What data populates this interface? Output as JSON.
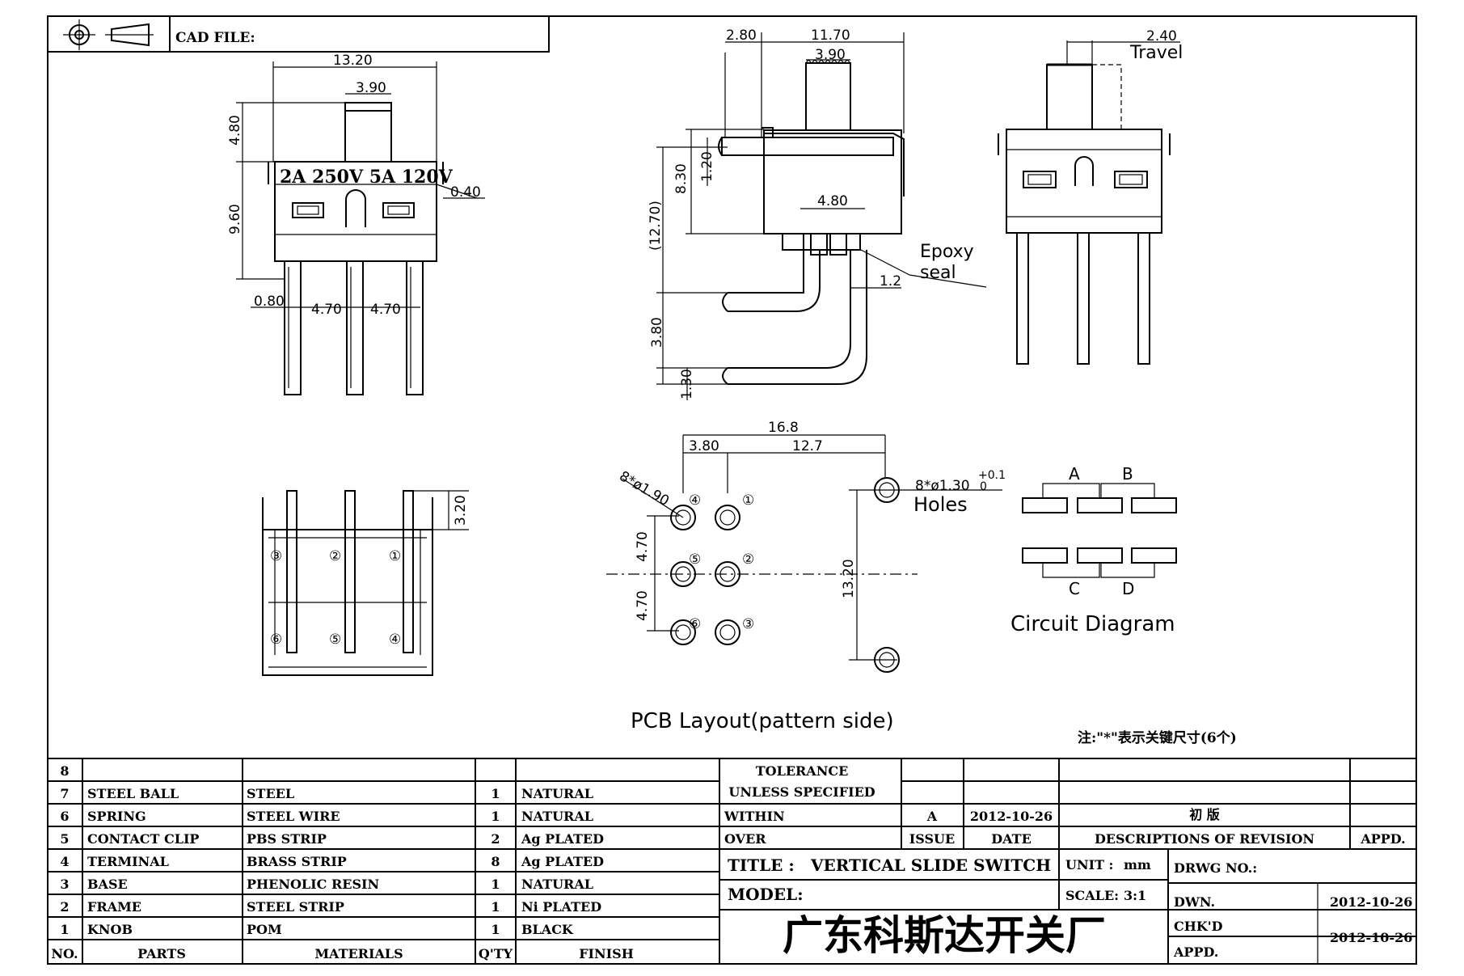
{
  "header": {
    "cad_file_label": "CAD FILE:"
  },
  "front_view": {
    "dim_width": "13.20",
    "dim_knob_width": "3.90",
    "dim_knob_height": "4.80",
    "dim_body_height": "9.60",
    "dim_offset": "0.40",
    "dim_pin_width": "0.80",
    "dim_pitch_1": "4.70",
    "dim_pitch_2": "4.70",
    "rating_text": "2A 250V 5A 120V"
  },
  "side_view": {
    "dim_a": "2.80",
    "dim_b": "11.70",
    "dim_knob": "3.90",
    "dim_height": "8.30",
    "dim_step": "1.20",
    "dim_overall": "(12.70)",
    "dim_base": "4.80",
    "dim_lead": "1.2",
    "dim_bend": "3.80",
    "dim_pin": "1.30",
    "epoxy_line1": "Epoxy",
    "epoxy_line2": "seal"
  },
  "travel_view": {
    "dim_travel": "2.40",
    "travel_label": "Travel"
  },
  "bottom_view": {
    "dim_pin_len": "3.20",
    "terminals_top": [
      "③",
      "②",
      "①"
    ],
    "terminals_bottom": [
      "⑥",
      "⑤",
      "④"
    ]
  },
  "pcb_layout": {
    "dim_total": "16.8",
    "dim_first": "3.80",
    "dim_second": "12.7",
    "dim_pitch_1": "4.70",
    "dim_pitch_2": "4.70",
    "dim_mount": "13.20",
    "hole_small": "8*ø1.90",
    "hole_large": "8*ø1.30",
    "tol_plus": "+0.1",
    "tol_zero": "0",
    "holes_label": "Holes",
    "pin_labels": [
      "④",
      "①",
      "⑤",
      "②",
      "⑥",
      "③"
    ],
    "caption": "PCB Layout(pattern side)"
  },
  "circuit": {
    "labels": [
      "A",
      "B",
      "C",
      "D"
    ],
    "caption": "Circuit Diagram"
  },
  "note": "注:\"*\"表示关键尺寸(6个)",
  "parts_table": {
    "headers": {
      "no": "NO.",
      "parts": "PARTS",
      "materials": "MATERIALS",
      "qty": "Q'TY",
      "finish": "FINISH"
    },
    "rows": [
      {
        "no": "8",
        "part": "",
        "material": "",
        "qty": "",
        "finish": ""
      },
      {
        "no": "7",
        "part": "STEEL BALL",
        "material": "STEEL",
        "qty": "1",
        "finish": "NATURAL"
      },
      {
        "no": "6",
        "part": "SPRING",
        "material": "STEEL WIRE",
        "qty": "1",
        "finish": "NATURAL"
      },
      {
        "no": "5",
        "part": "CONTACT CLIP",
        "material": "PBS STRIP",
        "qty": "2",
        "finish": "Ag PLATED"
      },
      {
        "no": "4",
        "part": "TERMINAL",
        "material": "BRASS STRIP",
        "qty": "8",
        "finish": "Ag PLATED"
      },
      {
        "no": "3",
        "part": "BASE",
        "material": "PHENOLIC RESIN",
        "qty": "1",
        "finish": "NATURAL"
      },
      {
        "no": "2",
        "part": "FRAME",
        "material": "STEEL STRIP",
        "qty": "1",
        "finish": "Ni PLATED"
      },
      {
        "no": "1",
        "part": "KNOB",
        "material": "POM",
        "qty": "1",
        "finish": "BLACK"
      }
    ]
  },
  "title_block": {
    "tolerance": "TOLERANCE",
    "unless": "UNLESS  SPECIFIED",
    "within": "WITHIN",
    "over": "OVER",
    "rev_issue": "A",
    "rev_date": "2012-10-26",
    "rev_desc": "初  版",
    "issue_label": "ISSUE",
    "date_label": "DATE",
    "desc_label": "DESCRIPTIONS OF REVISION",
    "appd_label": "APPD.",
    "title_label": "TITLE :",
    "title_value": "VERTICAL SLIDE SWITCH",
    "unit_label": "UNIT :",
    "unit_value": "mm",
    "drwg_label": "DRWG NO.:",
    "model_label": "MODEL:",
    "scale_label": "SCALE:",
    "scale_value": "3:1",
    "dwn_label": "DWN.",
    "dwn_date": "2012-10-26",
    "chkd_label": "CHK'D",
    "chkd_date": "2012-10-26",
    "appd2_label": "APPD.",
    "company": "广东科斯达开关厂"
  }
}
